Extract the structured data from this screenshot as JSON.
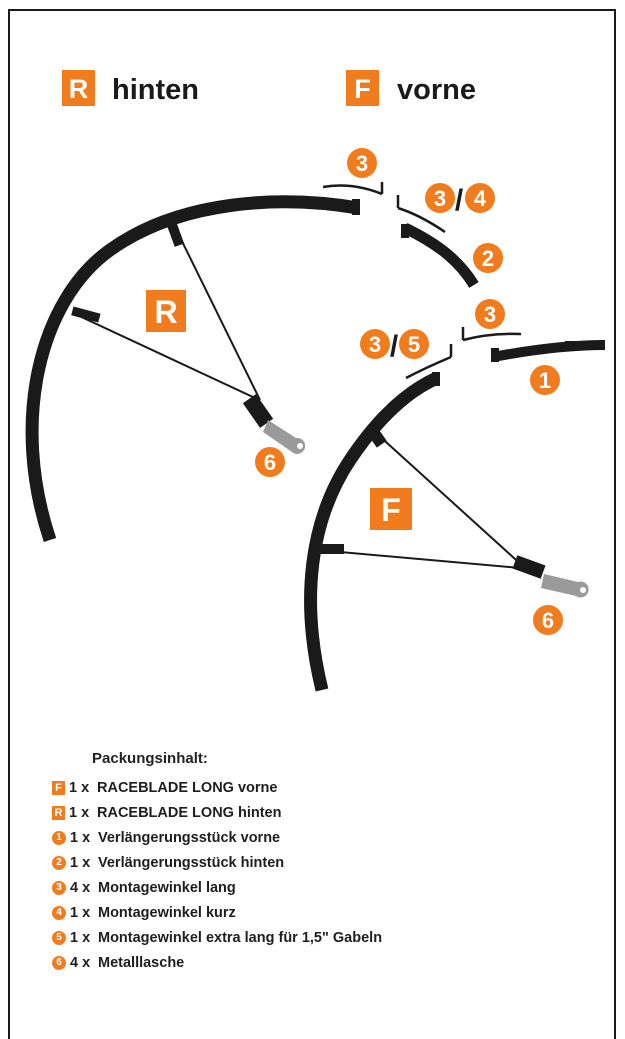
{
  "header": {
    "rear_badge": "R",
    "rear_label": "hinten",
    "front_badge": "F",
    "front_label": "vorne"
  },
  "diagram": {
    "rear_fender_badge": "R",
    "front_fender_badge": "F",
    "callouts": {
      "c3_top": "3",
      "c34_a": "3",
      "c34_sep": "/",
      "c34_b": "4",
      "c2": "2",
      "c3_right": "3",
      "c35_a": "3",
      "c35_sep": "/",
      "c35_b": "5",
      "c1": "1",
      "c6_rear": "6",
      "c6_front": "6"
    }
  },
  "legend": {
    "title": "Packungsinhalt:",
    "items": [
      {
        "badge": "F",
        "badge_shape": "square",
        "qty": "1 x",
        "text": "RACEBLADE LONG vorne"
      },
      {
        "badge": "R",
        "badge_shape": "square",
        "qty": "1 x",
        "text": "RACEBLADE LONG hinten"
      },
      {
        "badge": "1",
        "badge_shape": "circle",
        "qty": "1 x",
        "text": "Verlängerungsstück vorne"
      },
      {
        "badge": "2",
        "badge_shape": "circle",
        "qty": "1 x",
        "text": "Verlängerungsstück hinten"
      },
      {
        "badge": "3",
        "badge_shape": "circle",
        "qty": "4 x",
        "text": "Montagewinkel lang"
      },
      {
        "badge": "4",
        "badge_shape": "circle",
        "qty": "1 x",
        "text": "Montagewinkel kurz"
      },
      {
        "badge": "5",
        "badge_shape": "circle",
        "qty": "1 x",
        "text": "Montagewinkel extra lang für 1,5\" Gabeln"
      },
      {
        "badge": "6",
        "badge_shape": "circle",
        "qty": "4 x",
        "text": "Metalllasche"
      }
    ]
  },
  "colors": {
    "accent": "#f07c1e",
    "ink": "#1a1a1a",
    "metal": "#9a9a9a"
  }
}
